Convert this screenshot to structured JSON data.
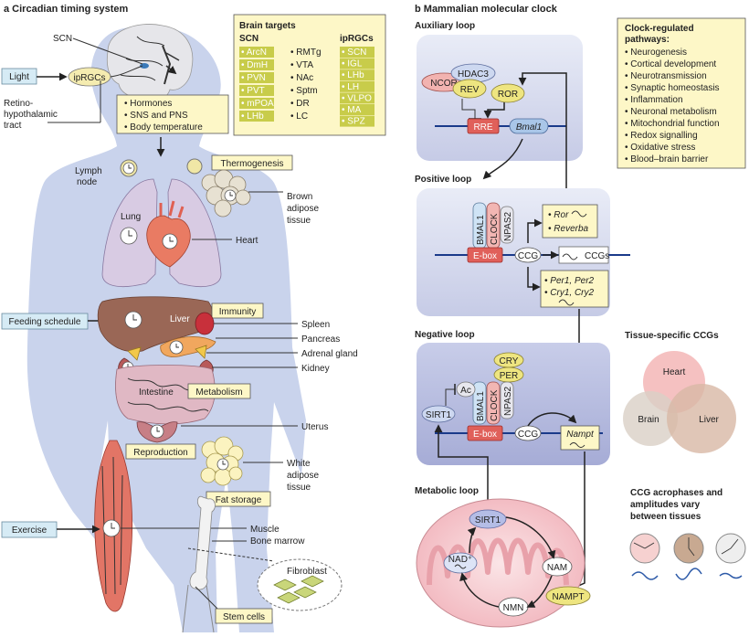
{
  "panel_a": {
    "title": "a  Circadian timing system",
    "scn": "SCN",
    "light": "Light",
    "ipRGCs": "ipRGCs",
    "rht": [
      "Retino-",
      "hypothalamic",
      "tract"
    ],
    "outputs": [
      "Hormones",
      "SNS and PNS",
      "Body temperature"
    ],
    "brain_targets": {
      "title": "Brain targets",
      "scn_col": {
        "header": "SCN",
        "items": [
          "ArcN",
          "DmH",
          "PVN",
          "PVT",
          "mPOA",
          "LHb"
        ]
      },
      "mid_col": {
        "header": "",
        "items": [
          "RMTg",
          "VTA",
          "NAc",
          "Sptm",
          "DR",
          "LC"
        ]
      },
      "iprgc_col": {
        "header": "ipRGCs",
        "items": [
          "SCN",
          "IGL",
          "LHb",
          "LH",
          "VLPO",
          "MA",
          "SPZ"
        ]
      }
    },
    "organs": {
      "lymph": [
        "Lymph",
        "node"
      ],
      "thermogenesis": "Thermogenesis",
      "brown": [
        "Brown",
        "adipose",
        "tissue"
      ],
      "lung": "Lung",
      "heart": "Heart",
      "liver": "Liver",
      "immunity": "Immunity",
      "spleen": "Spleen",
      "pancreas": "Pancreas",
      "adrenal": "Adrenal gland",
      "kidney": "Kidney",
      "intestine": "Intestine",
      "metabolism": "Metabolism",
      "uterus": "Uterus",
      "reproduction": "Reproduction",
      "white": [
        "White",
        "adipose",
        "tissue"
      ],
      "fat_storage": "Fat storage",
      "muscle": "Muscle",
      "bone_marrow": "Bone marrow",
      "fibroblast": "Fibroblast",
      "stem_cells": "Stem cells"
    },
    "feeding": "Feeding schedule",
    "exercise": "Exercise"
  },
  "panel_b": {
    "title": "b  Mammalian molecular clock",
    "aux": {
      "title": "Auxiliary loop",
      "ncor": "NCOR",
      "hdac3": "HDAC3",
      "rev": "REV",
      "ror": "ROR",
      "rre": "RRE",
      "bmal1": "Bmal1"
    },
    "pos": {
      "title": "Positive loop",
      "bmal1": "BMAL1",
      "clock": "CLOCK",
      "npas2": "NPAS2",
      "ebox": "E-box",
      "ccg": "CCG",
      "ccgs": "CCGs",
      "ror": "Ror",
      "reverba": "Reverba",
      "per": "Per1, Per2",
      "cry": "Cry1, Cry2"
    },
    "neg": {
      "title": "Negative loop",
      "cry": "CRY",
      "per": "PER",
      "ac": "Ac",
      "sirt1": "SIRT1",
      "bmal1": "BMAL1",
      "clock": "CLOCK",
      "npas2": "NPAS2",
      "ebox": "E-box",
      "ccg": "CCG",
      "nampt": "Nampt"
    },
    "met": {
      "title": "Metabolic loop",
      "sirt1": "SIRT1",
      "nad": "NAD⁺",
      "nam": "NAM",
      "nmn": "NMN",
      "nampt": "NAMPT"
    },
    "pathways": {
      "title": [
        "Clock-regulated",
        "pathways:"
      ],
      "items": [
        "Neurogenesis",
        "Cortical development",
        "Neurotransmission",
        "Synaptic homeostasis",
        "Inflammation",
        "Neuronal metabolism",
        "Mitochondrial function",
        "Redox signalling",
        "Oxidative stress",
        "Blood–brain barrier"
      ]
    },
    "tissue": {
      "title": "Tissue-specific CCGs",
      "heart": "Heart",
      "brain": "Brain",
      "liver": "Liver"
    },
    "acro": {
      "title": [
        "CCG acrophases and",
        "amplitudes vary",
        "between tissues"
      ]
    }
  }
}
